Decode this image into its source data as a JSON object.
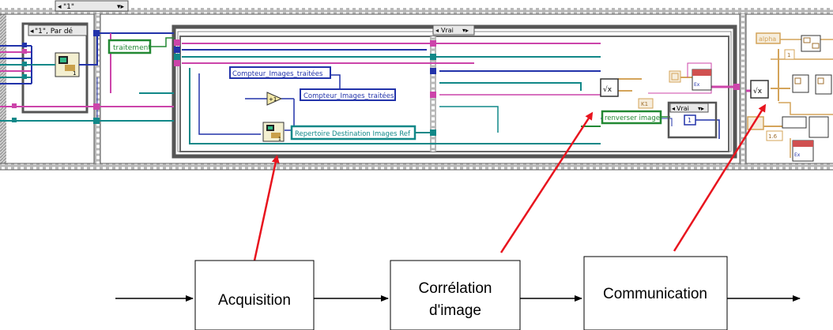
{
  "screenshot": {
    "sequence_frame_selector": "\"1\"",
    "case_selectors": {
      "acquisition_case": "\"1\", Par dé",
      "inner_case": "Vrai",
      "reverse_case": "Vrai"
    },
    "labels": {
      "traitement": "traitement",
      "compteur_control": "Compteur_Images_traitées",
      "compteur_indicator": "Compteur_Images_traitées",
      "increment": "+1",
      "repertoire": "Repertoire Destination Images Ref",
      "renverser": "renverser image",
      "constant_one": "1",
      "alpha": "alpha",
      "alpha_value": "1",
      "gain_constant": "1.6",
      "sqrt_symbol": "√x",
      "k1": "K1"
    }
  },
  "pipeline": {
    "blocks": [
      {
        "id": "acquisition",
        "lines": [
          "Acquisition"
        ]
      },
      {
        "id": "correlation",
        "lines": [
          "Corrélation",
          "d'image"
        ]
      },
      {
        "id": "communication",
        "lines": [
          "Communication"
        ]
      }
    ]
  },
  "colors": {
    "frame_border": "#555555",
    "wire_pink": "#cc44aa",
    "wire_blue": "#2233aa",
    "wire_teal": "#118888",
    "wire_green": "#228833",
    "wire_orange": "#d4a45a",
    "arrow_red": "#e8141e"
  }
}
